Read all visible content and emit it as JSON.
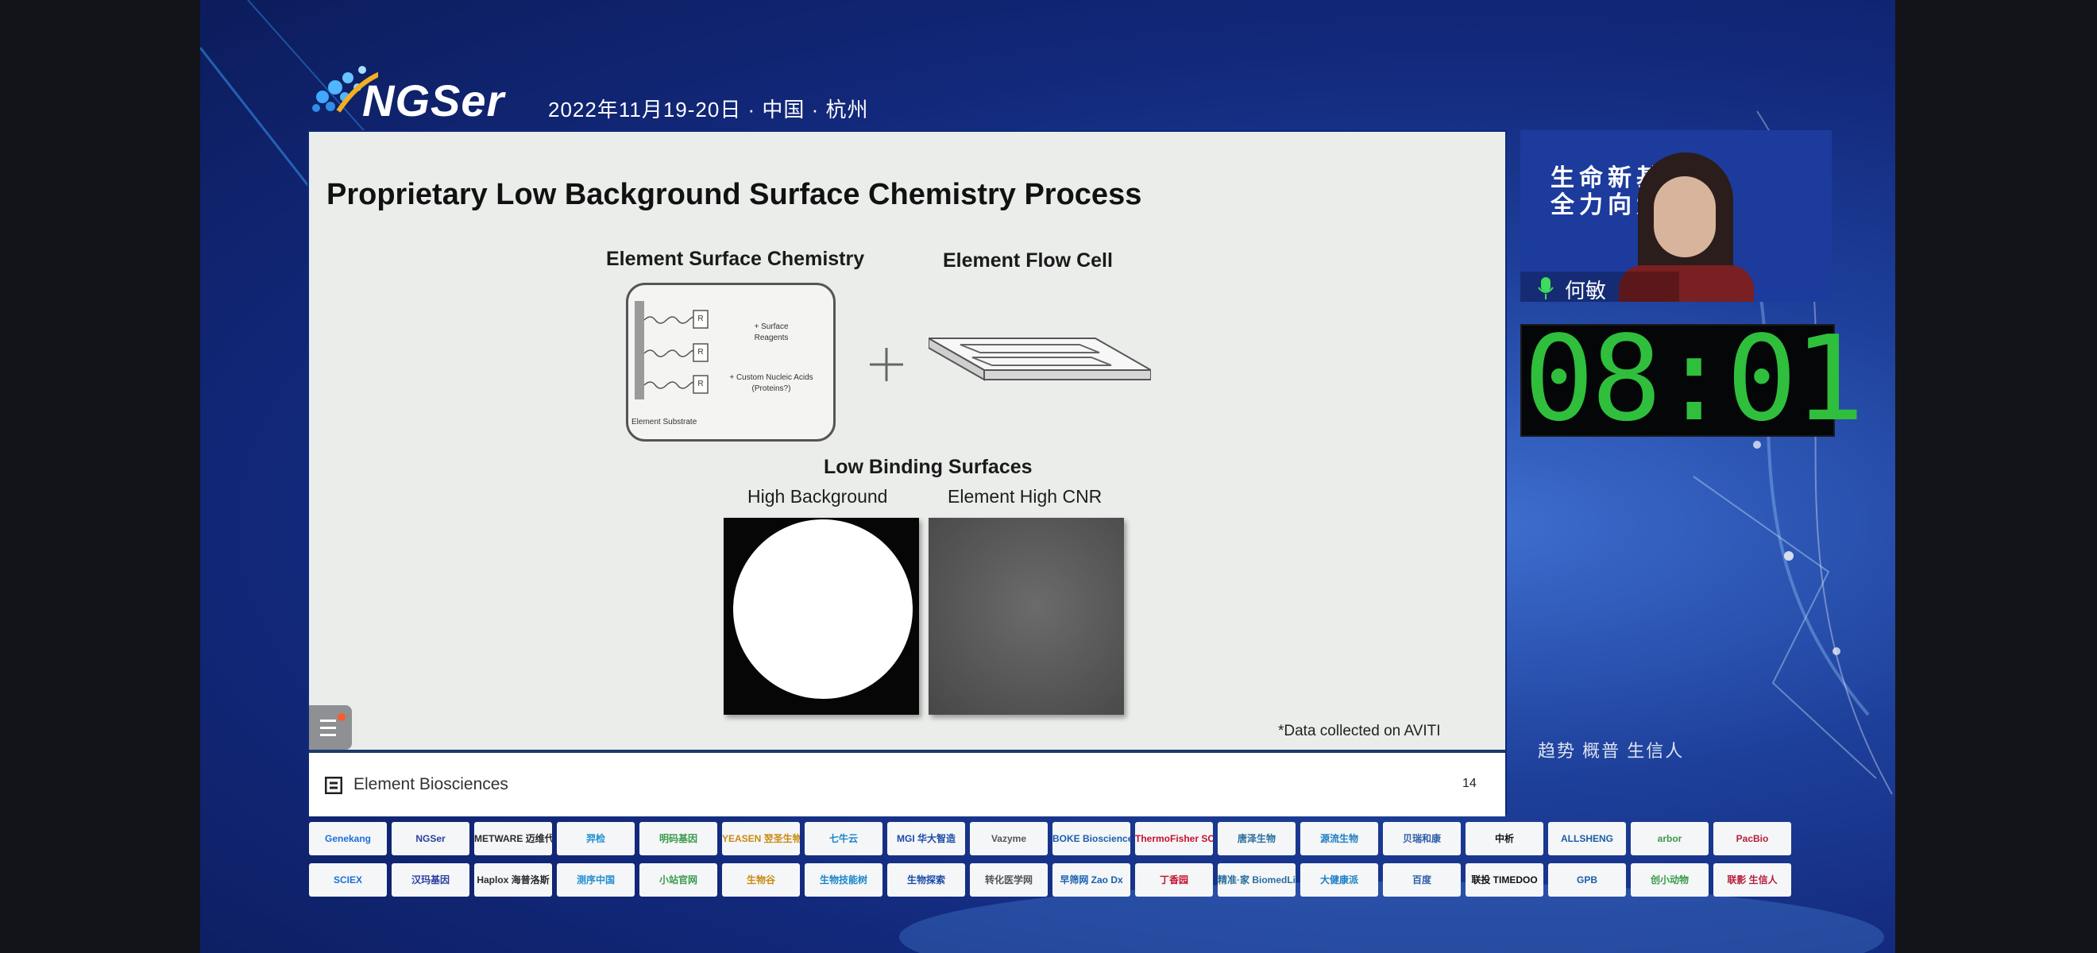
{
  "conference": {
    "logo_text": "NGSer",
    "date_location": "2022年11月19-20日 · 中国 · 杭州"
  },
  "slide": {
    "title": "Proprietary Low Background Surface Chemistry Process",
    "left_heading": "Element Surface Chemistry",
    "right_heading": "Element Flow Cell",
    "box_labels": {
      "reagents": "+ Surface Reagents",
      "nucleic": "+ Custom Nucleic Acids (Proteins?)",
      "substrate": "Element Substrate",
      "r": "R"
    },
    "low_binding_heading": "Low Binding Surfaces",
    "panel_left_caption": "High Background",
    "panel_right_caption": "Element High CNR",
    "footnote": "*Data collected on AVITI",
    "company": "Element Biosciences",
    "page_number": "14"
  },
  "speaker": {
    "name": "何敏",
    "background_text_line1": "生命新基",
    "background_text_line2": "全力向大"
  },
  "timer": {
    "display": "08:01"
  },
  "ticker_text": "趋势  概普  生信人",
  "sponsors_row1": [
    "Genekang",
    "NGSer",
    "METWARE 迈维代谢",
    "羿检",
    "明码基因",
    "YEASEN 翌圣生物",
    "七牛云",
    "MGI 华大智造",
    "Vazyme",
    "BOKE Bioscience",
    "ThermoFisher SCIENTIFIC",
    "唐泽生物",
    "源流生物",
    "贝瑞和康",
    "中析",
    "ALLSHENG",
    "arbor",
    "PacBio"
  ],
  "sponsors_row2": [
    "SCIEX",
    "汉玛基因",
    "Haplox 海普洛斯",
    "测序中国",
    "小站官网",
    "生物谷",
    "生物技能树",
    "生物探索",
    "转化医学网",
    "早筛网 Zao Dx",
    "丁香园",
    "精准·家 BiomedLink",
    "大健康派",
    "百度",
    "联投 TIMEDOO",
    "GPB",
    "创小动物",
    "联影 生信人"
  ],
  "colors": {
    "stage_blue": "#12287a",
    "timer_green": "#2fbf3c",
    "slide_bg": "#ebedeb"
  }
}
